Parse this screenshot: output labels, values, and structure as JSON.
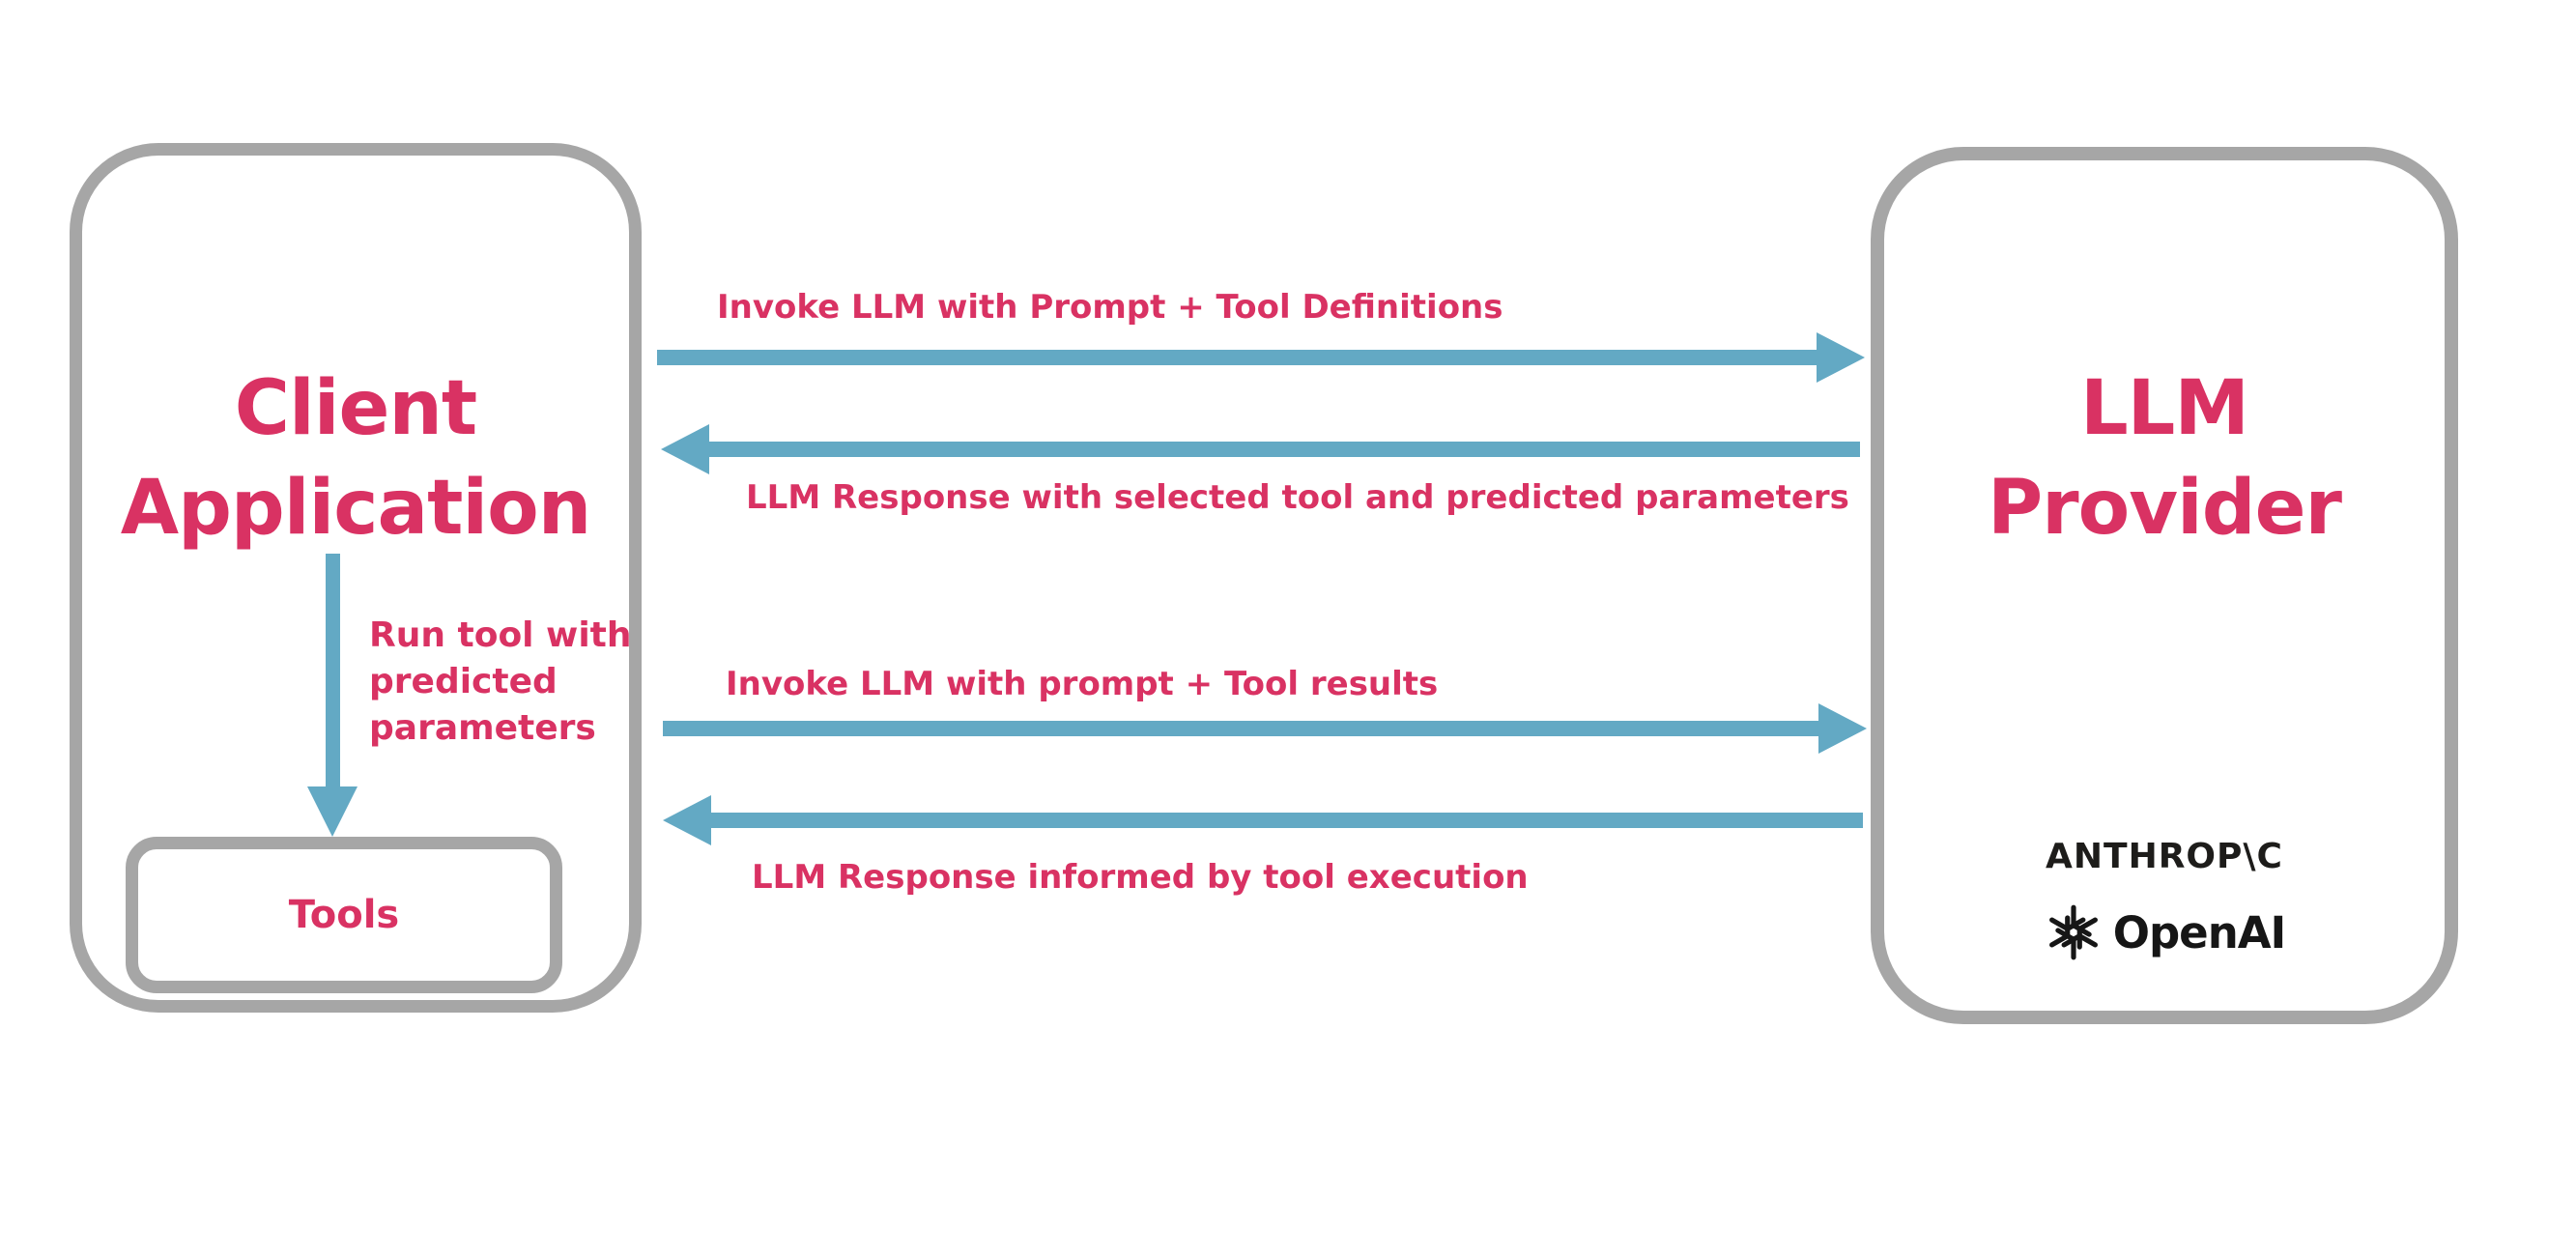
{
  "client_box": {
    "title": [
      "Client",
      "Application"
    ]
  },
  "tools_box": {
    "label": "Tools"
  },
  "llm_box": {
    "title": [
      "LLM",
      "Provider"
    ]
  },
  "run_tool_label": [
    "Run tool with",
    "predicted",
    "parameters"
  ],
  "messages": [
    {
      "label": "Invoke LLM with Prompt + Tool Definitions",
      "direction": "right"
    },
    {
      "label": "LLM Response with selected tool and predicted parameters",
      "direction": "left"
    },
    {
      "label": "Invoke LLM with prompt + Tool results",
      "direction": "right"
    },
    {
      "label": "LLM Response informed by tool execution",
      "direction": "left"
    }
  ],
  "logos": {
    "anthropic": "ANTHROP\\C",
    "openai": "OpenAI"
  },
  "colors": {
    "accent_pink": "#d93263",
    "arrow_blue": "#63a9c4",
    "border_gray": "#a6a6a6",
    "logo_black": "#1d1c1a"
  }
}
